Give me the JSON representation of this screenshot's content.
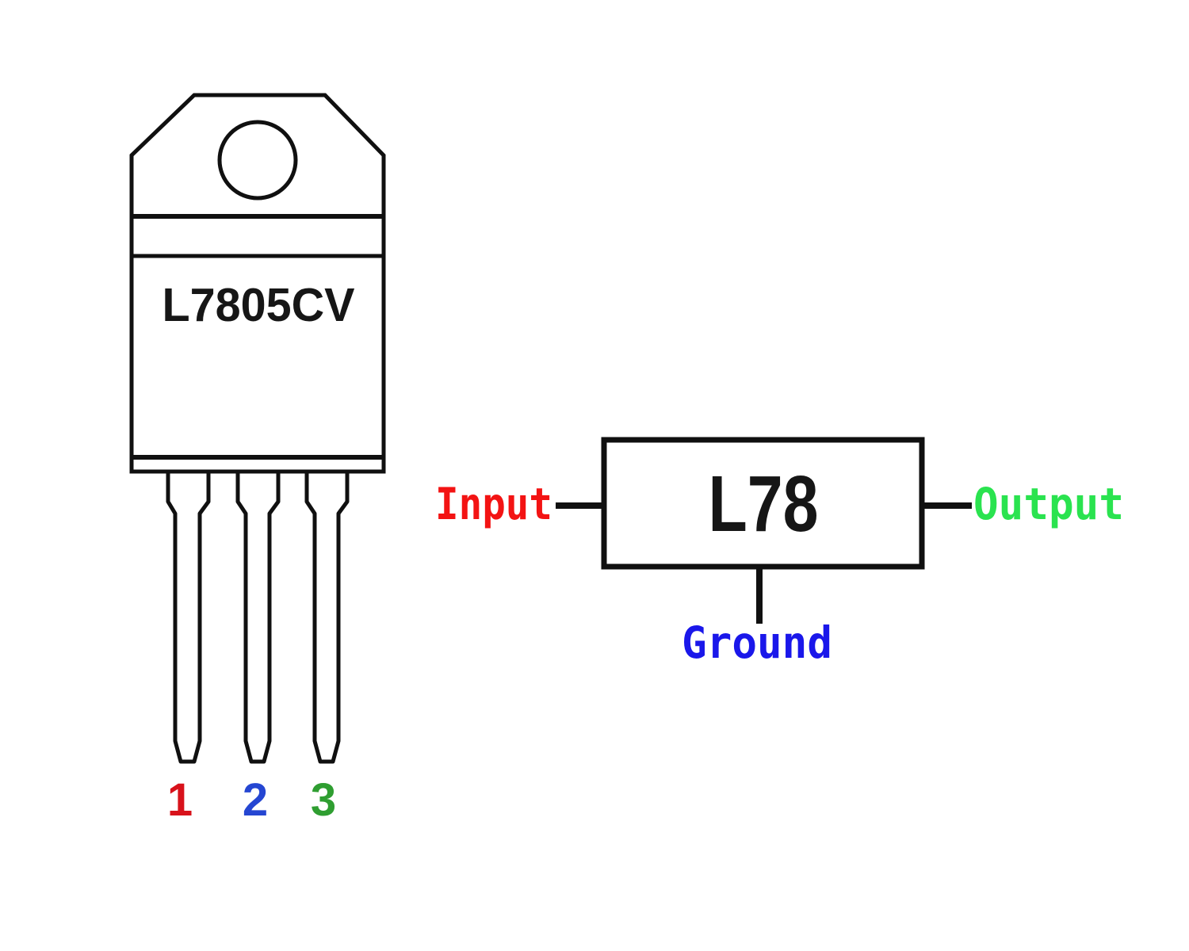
{
  "colors": {
    "background": "#ffffff",
    "outline": "#101010",
    "label_text": "#161616"
  },
  "package": {
    "part_number": "L7805CV",
    "pins": [
      {
        "number": "1",
        "color": "#d8121b"
      },
      {
        "number": "2",
        "color": "#2546d2"
      },
      {
        "number": "3",
        "color": "#2f9e31"
      }
    ]
  },
  "block_diagram": {
    "label": "L78",
    "terminals": {
      "input": {
        "label": "Input",
        "color": "#f31313"
      },
      "output": {
        "label": "Output",
        "color": "#2ae34f"
      },
      "ground": {
        "label": "Ground",
        "color": "#1a17ea"
      }
    }
  }
}
